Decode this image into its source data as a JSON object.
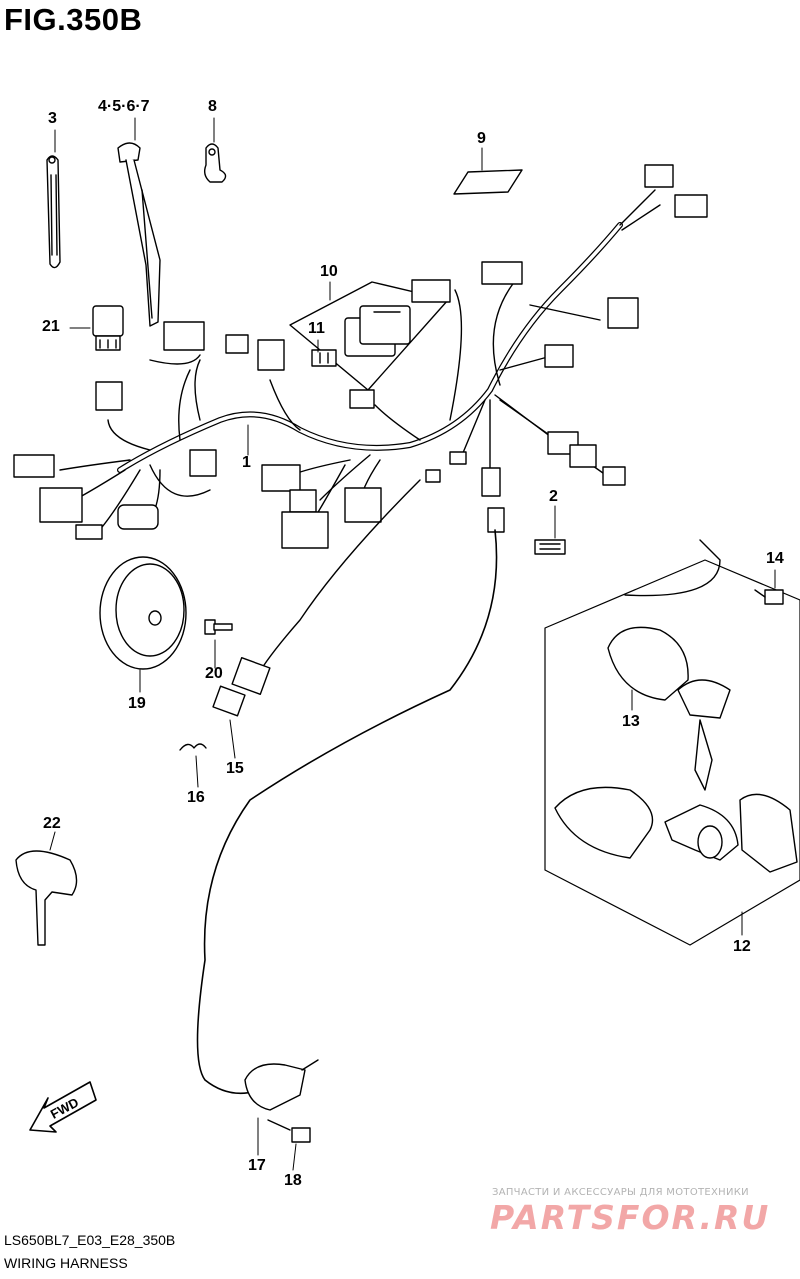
{
  "figure": {
    "title": "FIG.350B"
  },
  "callouts": {
    "c1": "1",
    "c2": "2",
    "c3": "3",
    "c4567": "4·5·6·7",
    "c8": "8",
    "c9": "9",
    "c10": "10",
    "c11": "11",
    "c12": "12",
    "c13": "13",
    "c14": "14",
    "c15": "15",
    "c16": "16",
    "c17": "17",
    "c18": "18",
    "c19": "19",
    "c20": "20",
    "c21": "21",
    "c22": "22"
  },
  "direction_arrow": {
    "label": "FWD"
  },
  "footer": {
    "code": "LS650BL7_E03_E28_350B",
    "section": "WIRING HARNESS"
  },
  "watermark": {
    "tagline": "ЗАПЧАСТИ И АКСЕССУАРЫ ДЛЯ МОТОТЕХНИКИ",
    "brand": "PARTSFOR.RU"
  }
}
